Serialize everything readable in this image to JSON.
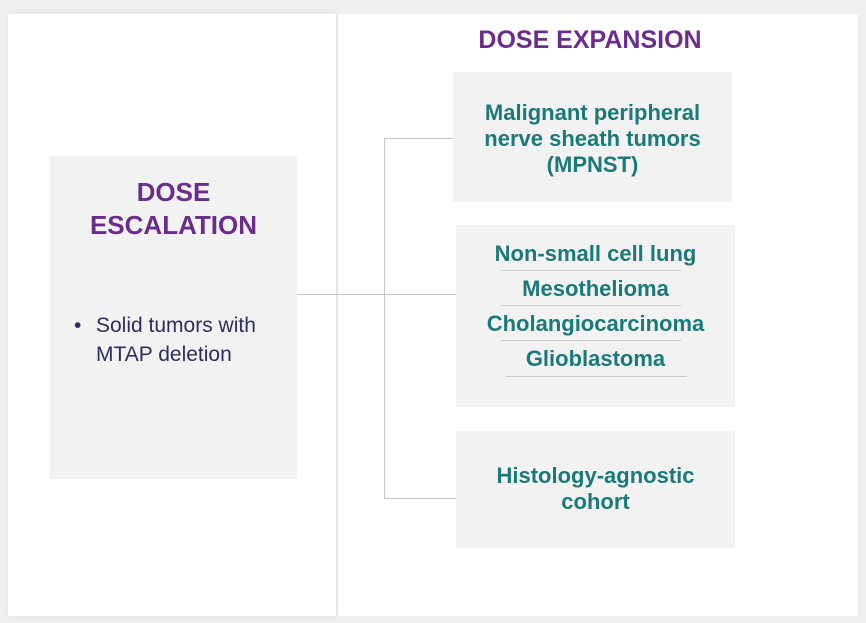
{
  "dose_escalation": {
    "title": "DOSE\nESCALATION",
    "bullet_glyph": "•",
    "bullet": "Solid tumors with MTAP deletion"
  },
  "dose_expansion": {
    "title": "DOSE EXPANSION",
    "cohorts_top": "Malignant peripheral nerve sheath tumors (MPNST)",
    "cohorts_middle": [
      "Non-small cell lung",
      "Mesothelioma",
      "Cholangiocarcinoma",
      "Glioblastoma"
    ],
    "cohorts_bottom": "Histology-agnostic cohort"
  },
  "colors": {
    "purple": "#6b2d8c",
    "teal": "#1a7a78",
    "navy": "#2e2e5e",
    "box_gray": "#f2f2f2"
  }
}
